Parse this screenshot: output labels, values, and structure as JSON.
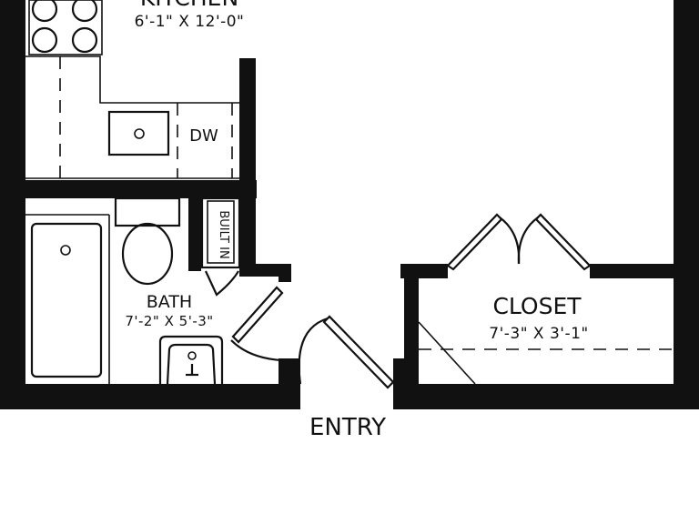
{
  "rooms": {
    "kitchen": {
      "name": "KITCHEN",
      "dimensions": "6'-1\" X 12'-0\""
    },
    "bath": {
      "name": "BATH",
      "dimensions": "7'-2\" X 5'-3\""
    },
    "closet": {
      "name": "CLOSET",
      "dimensions": "7'-3\" X 3'-1\""
    }
  },
  "fixtures": {
    "dishwasher": "DW",
    "built_in": "BUILT IN"
  },
  "entry": {
    "label": "ENTRY"
  },
  "colors": {
    "wall": "#111111",
    "background": "#ffffff"
  }
}
